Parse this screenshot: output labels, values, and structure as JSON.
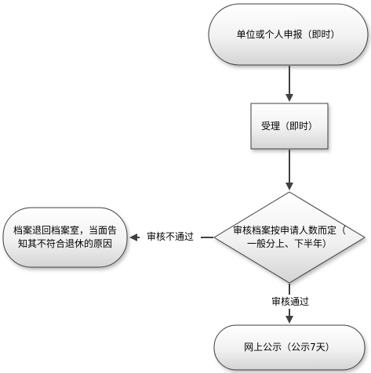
{
  "nodes": {
    "start": {
      "text": "单位或个人申报（即时）"
    },
    "accept": {
      "text": "受理（即时）"
    },
    "review": {
      "line1": "审核档案按申请人数而定（",
      "line2": "一般分上、下半年）"
    },
    "reject": {
      "line1": "档案退回档案室，当面告",
      "line2": "知其不符合退休的原因"
    },
    "publish": {
      "text": "网上公示（公示7天）"
    }
  },
  "edges": {
    "fail": "审核不通过",
    "pass": "审核通过"
  },
  "colors": {
    "stroke": "#404040",
    "fill_top": "#ffffff",
    "fill_bottom": "#d4d4d4"
  }
}
